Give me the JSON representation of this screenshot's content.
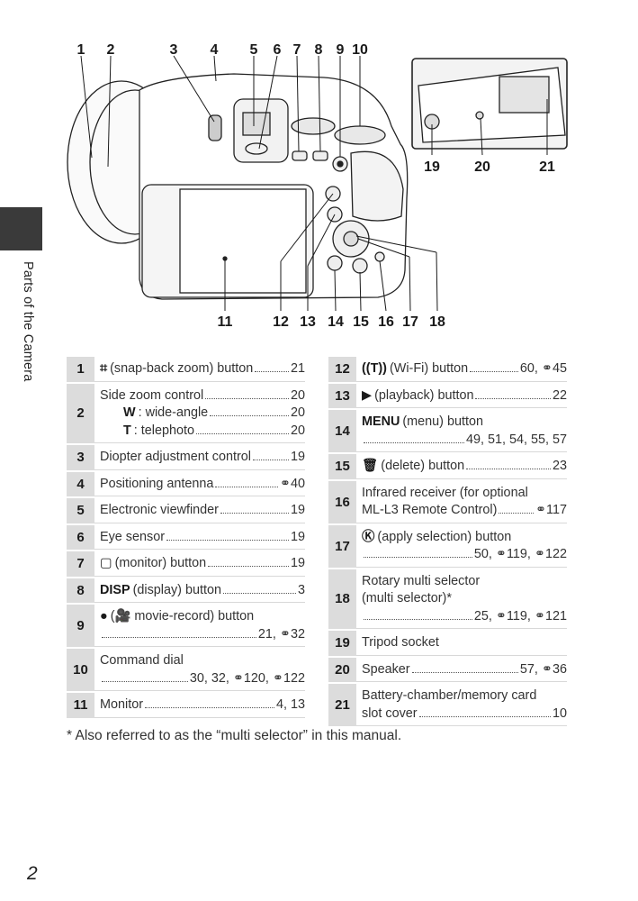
{
  "side_tab": {
    "label": "Parts of the Camera"
  },
  "figure": {
    "callouts": [
      "1",
      "2",
      "3",
      "4",
      "5",
      "6",
      "7",
      "8",
      "9",
      "10",
      "11",
      "12",
      "13",
      "14",
      "15",
      "16",
      "17",
      "18",
      "19",
      "20",
      "21"
    ]
  },
  "left_table": [
    {
      "num": "1",
      "lines": [
        {
          "glyph": "⌗",
          "text": " (snap-back zoom) button",
          "page": "21"
        }
      ]
    },
    {
      "num": "2",
      "lines": [
        {
          "text": "Side zoom control",
          "page": "20"
        },
        {
          "glyph": "W",
          "text": ": wide-angle",
          "page": "20",
          "indent": true
        },
        {
          "glyph": "T",
          "text": ": telephoto",
          "page": "20",
          "indent": true
        }
      ]
    },
    {
      "num": "3",
      "lines": [
        {
          "text": "Diopter adjustment control",
          "page": "19"
        }
      ]
    },
    {
      "num": "4",
      "lines": [
        {
          "text": "Positioning antenna",
          "page": "⚭40"
        }
      ]
    },
    {
      "num": "5",
      "lines": [
        {
          "text": "Electronic viewfinder",
          "page": "19"
        }
      ]
    },
    {
      "num": "6",
      "lines": [
        {
          "text": "Eye sensor",
          "page": "19"
        }
      ]
    },
    {
      "num": "7",
      "lines": [
        {
          "glyph": "▢",
          "text": " (monitor) button",
          "page": "19"
        }
      ]
    },
    {
      "num": "8",
      "lines": [
        {
          "glyph": "DISP",
          "text": " (display) button",
          "page": "3"
        }
      ]
    },
    {
      "num": "9",
      "lines": [
        {
          "glyph": "●",
          "text": " (🎥 movie-record) button",
          "page": ""
        },
        {
          "text": "",
          "page": "21, ⚭32"
        }
      ]
    },
    {
      "num": "10",
      "lines": [
        {
          "text": "Command dial",
          "page": ""
        },
        {
          "text": "",
          "page": "30, 32, ⚭120, ⚭122"
        }
      ]
    },
    {
      "num": "11",
      "lines": [
        {
          "text": "Monitor",
          "page": "4, 13"
        }
      ]
    }
  ],
  "right_table": [
    {
      "num": "12",
      "lines": [
        {
          "glyph": "((T))",
          "text": " (Wi-Fi) button",
          "page": "60, ⚭45"
        }
      ]
    },
    {
      "num": "13",
      "lines": [
        {
          "glyph": "▶",
          "text": " (playback) button",
          "page": "22"
        }
      ]
    },
    {
      "num": "14",
      "lines": [
        {
          "glyph": "MENU",
          "text": " (menu) button",
          "page": ""
        },
        {
          "text": "",
          "page": "49, 51, 54, 55, 57"
        }
      ]
    },
    {
      "num": "15",
      "lines": [
        {
          "glyph": "🗑",
          "text": " (delete) button",
          "page": "23"
        }
      ]
    },
    {
      "num": "16",
      "lines": [
        {
          "text": "Infrared receiver (for optional",
          "page": ""
        },
        {
          "text": "ML-L3 Remote Control)",
          "page": "⚭117"
        }
      ]
    },
    {
      "num": "17",
      "lines": [
        {
          "glyph": "Ⓚ",
          "text": " (apply selection) button",
          "page": ""
        },
        {
          "text": "",
          "page": "50, ⚭119, ⚭122"
        }
      ]
    },
    {
      "num": "18",
      "lines": [
        {
          "text": "Rotary multi selector",
          "page": ""
        },
        {
          "text": "(multi selector)*",
          "page": ""
        },
        {
          "text": "",
          "page": "25, ⚭119, ⚭121"
        }
      ]
    },
    {
      "num": "19",
      "lines": [
        {
          "text": "Tripod socket",
          "page": ""
        }
      ]
    },
    {
      "num": "20",
      "lines": [
        {
          "text": "Speaker",
          "page": "57, ⚭36"
        }
      ]
    },
    {
      "num": "21",
      "lines": [
        {
          "text": "Battery-chamber/memory card",
          "page": ""
        },
        {
          "text": "slot cover",
          "page": "10"
        }
      ]
    }
  ],
  "footnote": "* Also referred to as the “multi selector” in this manual.",
  "page_number": "2"
}
